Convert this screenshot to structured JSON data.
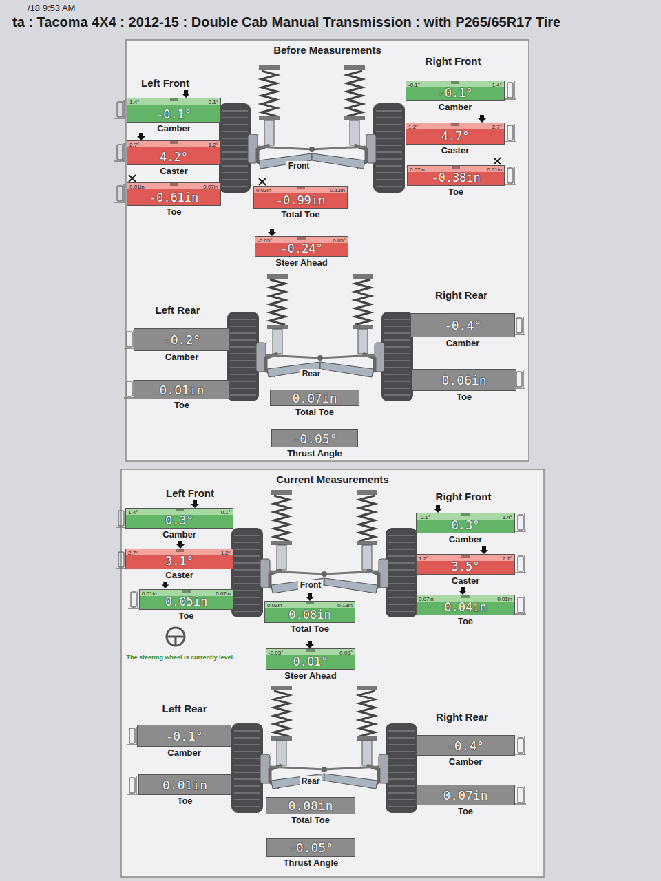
{
  "diagram": {
    "title": "ta : Tacoma 4X4 : 2012-15 : Double Cab Manual Transmission : with P265/65R17 Tire",
    "nodes": [
      {
        "text": [
          "Before Measurements"
        ]
      },
      {
        "text": [
          "1.4°",
          "-0.1°",
          "-0.1°",
          "Camber"
        ],
        "in": 0
      },
      {
        "text": [
          "2.7°",
          "1.2°",
          "4.2°",
          "Caster"
        ],
        "in": 0
      },
      {
        "text": [
          "0.01in",
          "0.07in",
          "-0.61in",
          "Toe"
        ],
        "in": 0
      },
      {
        "text": [
          "-0.1°",
          "1.4°",
          "-0.1°",
          "Camber"
        ],
        "in": 0
      },
      {
        "text": [
          "1.2°",
          "2.7°",
          "4.7°",
          "Caster"
        ],
        "in": 0
      },
      {
        "text": [
          "0.07in",
          "0.01in",
          "-0.38in",
          "Toe"
        ],
        "in": 0
      },
      {
        "text": [
          "0.03in",
          "0.13in",
          "-0.99in",
          "Total Toe"
        ],
        "in": 0
      },
      {
        "text": [
          "-0.05°",
          "0.05°",
          "-0.24°",
          "Steer Ahead"
        ],
        "in": 0
      },
      {
        "text": [
          "-0.2°",
          "Camber"
        ],
        "in": 0
      },
      {
        "text": [
          "0.01in",
          "Toe"
        ],
        "in": 0
      },
      {
        "text": [
          "-0.4°",
          "Camber"
        ],
        "in": 0
      },
      {
        "text": [
          "0.06in",
          "Toe"
        ],
        "in": 0
      },
      {
        "text": [
          "0.07in",
          "Total Toe"
        ],
        "in": 0
      },
      {
        "text": [
          "-0.05°",
          "Thrust Angle"
        ],
        "in": 0
      },
      {
        "text": [
          "Current Measurements"
        ]
      },
      {
        "text": [
          "1.4°",
          "-0.1°",
          "0.3°",
          "Camber"
        ],
        "in": 15
      },
      {
        "text": [
          "2.7°",
          "1.2°",
          "3.1°",
          "Caster"
        ],
        "in": 15
      },
      {
        "text": [
          "0.01in",
          "0.07in",
          "0.05in",
          "Toe"
        ],
        "in": 15
      },
      {
        "text": [
          "-0.1°",
          "1.4°",
          "0.3°",
          "Camber"
        ],
        "in": 15
      },
      {
        "text": [
          "1.2°",
          "2.7°",
          "3.5°",
          "Caster"
        ],
        "in": 15
      },
      {
        "text": [
          "0.07in",
          "0.01in",
          "0.04in",
          "Toe"
        ],
        "in": 15
      },
      {
        "text": [
          "0.03in",
          "0.13in",
          "0.08in",
          "Total Toe"
        ],
        "in": 15
      },
      {
        "text": [
          "-0.05°",
          "0.05°",
          "0.01°",
          "Steer Ahead"
        ],
        "in": 15
      },
      {
        "text": [
          "-0.1°",
          "Camber"
        ],
        "in": 15
      },
      {
        "text": [
          "0.01in",
          "Toe"
        ],
        "in": 15
      },
      {
        "text": [
          "-0.4°",
          "Camber"
        ],
        "in": 15
      },
      {
        "text": [
          "0.07in",
          "Toe"
        ],
        "in": 15
      },
      {
        "text": [
          "0.08in",
          "Total Toe"
        ],
        "in": 15
      },
      {
        "text": [
          "-0.05°",
          "Thrust Angle"
        ],
        "in": 15
      }
    ],
    "labels": [
      "/18 9:53 AM",
      "Left Front",
      "Right Front",
      "Front",
      "Left Rear",
      "Right Rear",
      "Rear",
      "Left Front",
      "Right Front",
      "Front",
      "The steering wheel is currently level.",
      "Left Rear",
      "Right Rear",
      "Rear"
    ]
  }
}
